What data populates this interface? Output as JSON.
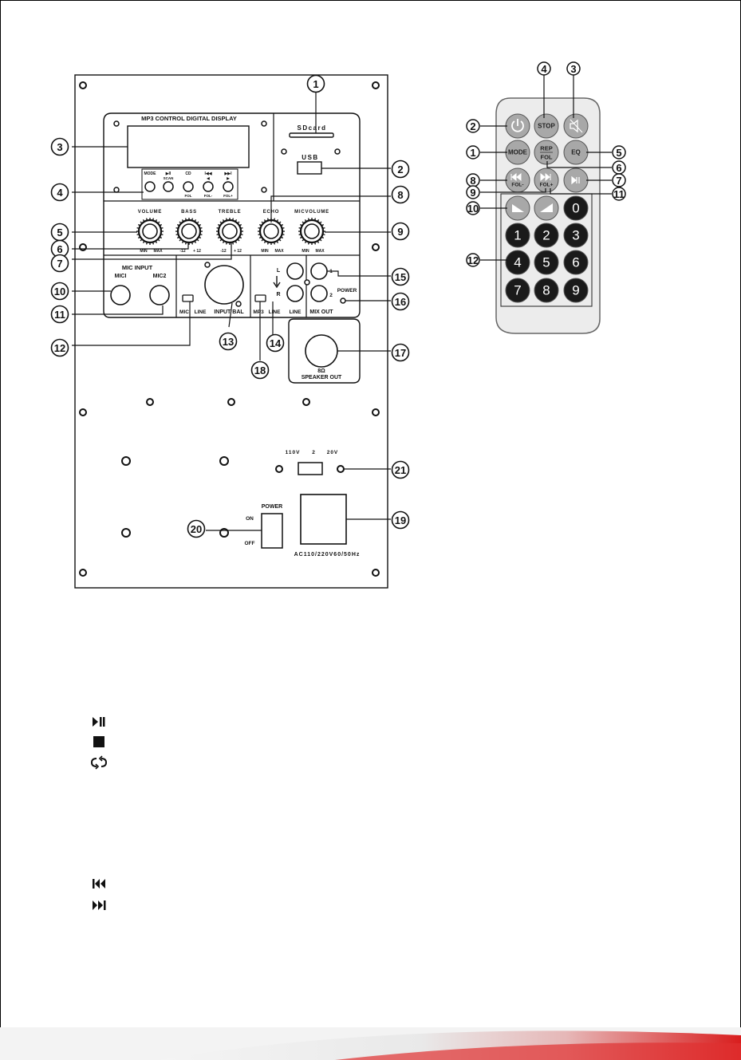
{
  "panel": {
    "display_title": "MP3 CONTROL DIGITAL DISPLAY",
    "sd_label": "SDcard",
    "usb_label": "USB",
    "buttons": [
      {
        "top": "MODE",
        "bottom": ""
      },
      {
        "top": "▶II",
        "sub": "SCAN",
        "bottom": ""
      },
      {
        "top": "CD",
        "bottom": "FOL"
      },
      {
        "top": "I◀◀",
        "sub": "◀",
        "bottom": "FOL-"
      },
      {
        "top": "▶▶I",
        "sub": "▶",
        "bottom": "FOL+"
      }
    ],
    "knobs": [
      {
        "name": "VOLUME",
        "left": "MIN",
        "right": "MAX"
      },
      {
        "name": "BASS",
        "left": "-12",
        "right": "+ 12"
      },
      {
        "name": "TREBLE",
        "left": "-12",
        "right": "+ 12"
      },
      {
        "name": "ECHO",
        "left": "MIN",
        "right": "MAX"
      },
      {
        "name": "MICVOLUME",
        "left": "MIN",
        "right": "MAX"
      }
    ],
    "mic_input_title": "MIC INPUT",
    "mic1": "MICI",
    "mic2": "MIC2",
    "mic_switch_left": "MIC",
    "mic_switch_right": "LINE",
    "input_bal": "INPUT BAL",
    "mp3_switch_left": "MP3",
    "mp3_switch_right": "LINE",
    "jack_l": "L",
    "jack_r": "R",
    "line_label": "LINE",
    "mix_out": "MIX OUT",
    "power_led_label": "POWER",
    "mixout_1": "1",
    "mixout_2": "2",
    "speaker_ohm": "8Ω",
    "speaker_out": "SPEAKER OUT",
    "voltage_110": "110V",
    "voltage_2": "2",
    "voltage_20": "20V",
    "power_title": "POWER",
    "power_on": "ON",
    "power_off": "OFF",
    "ac_label": "AC110/220V60/50Hz"
  },
  "panel_callouts": [
    "1",
    "2",
    "3",
    "4",
    "5",
    "6",
    "7",
    "8",
    "9",
    "10",
    "11",
    "12",
    "13",
    "14",
    "15",
    "16",
    "17",
    "18",
    "19",
    "20",
    "21"
  ],
  "remote": {
    "keys": {
      "stop": "STOP",
      "mode": "MODE",
      "rep": "REP",
      "fol": "FOL",
      "eq": "EQ",
      "fol_minus": "FOL-",
      "fol_plus": "FOL+"
    },
    "digits": [
      "0",
      "1",
      "2",
      "3",
      "4",
      "5",
      "6",
      "7",
      "8",
      "9"
    ],
    "callouts": [
      "1",
      "2",
      "3",
      "4",
      "5",
      "6",
      "7",
      "8",
      "9",
      "10",
      "11",
      "12"
    ]
  },
  "legend_icons": [
    "play-pause-icon",
    "stop-icon",
    "repeat-icon",
    "previous-track-icon",
    "next-track-icon"
  ]
}
